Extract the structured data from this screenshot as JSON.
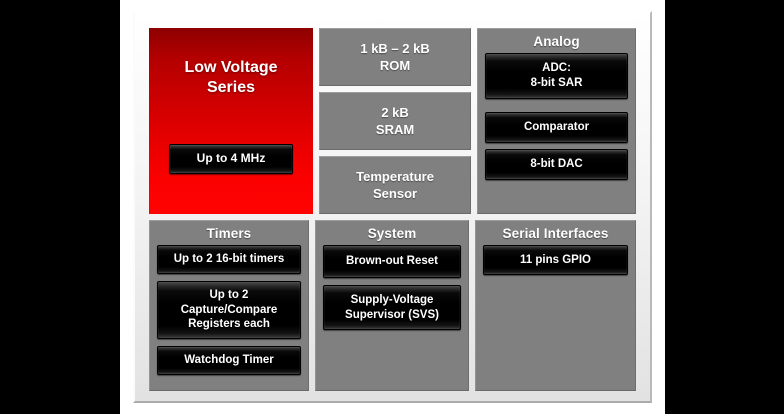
{
  "diagram": {
    "brand": {
      "title_line1": "Low Voltage",
      "title_line2": "Series",
      "speed_chip": "Up to 4 MHz"
    },
    "memory": {
      "rom": {
        "line1": "1 kB – 2 kB",
        "line2": "ROM"
      },
      "sram": {
        "line1": "2 kB",
        "line2": "SRAM"
      },
      "temp": {
        "line1": "Temperature",
        "line2": "Sensor"
      }
    },
    "analog": {
      "title": "Analog",
      "adc": {
        "line1": "ADC:",
        "line2": "8-bit SAR"
      },
      "comparator": "Comparator",
      "dac": "8-bit DAC"
    },
    "timers": {
      "title": "Timers",
      "timers_16bit": "Up to 2 16-bit timers",
      "capture_compare": {
        "line1": "Up to 2",
        "line2": "Capture/Compare",
        "line3": "Registers each"
      },
      "watchdog": "Watchdog Timer"
    },
    "system": {
      "title": "System",
      "brownout": "Brown-out Reset",
      "svs": {
        "line1": "Supply-Voltage",
        "line2": "Supervisor (SVS)"
      }
    },
    "serial": {
      "title": "Serial Interfaces",
      "gpio": "11 pins GPIO"
    }
  },
  "colors": {
    "brand_red_dark": "#8d0000",
    "brand_red_bright": "#ff0303",
    "panel_gray": "#808080",
    "chip_black": "#000000",
    "text_white": "#ffffff",
    "frame_light": "#f4f4f4",
    "letterbox_black": "#000000"
  }
}
